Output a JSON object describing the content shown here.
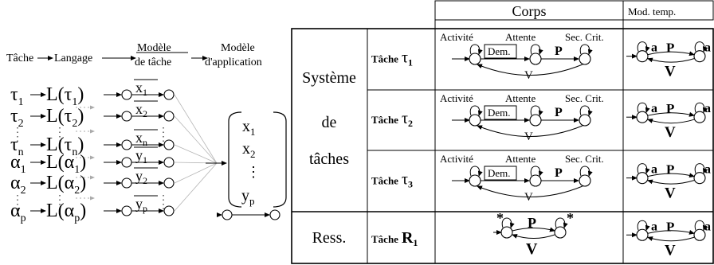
{
  "left": {
    "pipeline": {
      "tache": "Tâche",
      "langage": "Langage",
      "modele_tache": [
        "Modèle",
        "de tâche"
      ],
      "modele_app": [
        "Modèle",
        "d'application"
      ]
    },
    "rows": [
      {
        "sym": "τ",
        "sub": "1",
        "var": "x",
        "vsub": "1"
      },
      {
        "sym": "τ",
        "sub": "2",
        "var": "x",
        "vsub": "2"
      },
      {
        "sym": "τ",
        "sub": "n",
        "var": "x",
        "vsub": "n"
      },
      {
        "sym": "α",
        "sub": "1",
        "var": "y",
        "vsub": "1"
      },
      {
        "sym": "α",
        "sub": "2",
        "var": "y",
        "vsub": "2"
      },
      {
        "sym": "α",
        "sub": "p",
        "var": "y",
        "vsub": "p"
      }
    ],
    "lang_prefix": "L(",
    "lang_suffix": ")",
    "vector": [
      {
        "v": "x",
        "s": "1"
      },
      {
        "v": "x",
        "s": "2"
      },
      {
        "v": "⋮",
        "s": ""
      },
      {
        "v": "y",
        "s": "p"
      }
    ]
  },
  "table": {
    "header": {
      "corps": "Corps",
      "mod_temp": "Mod. temp."
    },
    "group_label": [
      "Système",
      "de",
      "tâches"
    ],
    "ress_label": "Ress.",
    "state_labels": {
      "activite": "Activité",
      "attente": "Attente",
      "sec_crit": "Sec. Crit."
    },
    "edge_labels": {
      "dem": "Dem.",
      "p": "P",
      "v": "V",
      "a": "a",
      "star": "*"
    },
    "task_prefix": "Tâche",
    "tasks": [
      {
        "sym": "τ",
        "sub": "1"
      },
      {
        "sym": "τ",
        "sub": "2"
      },
      {
        "sym": "τ",
        "sub": "3"
      }
    ],
    "resource": {
      "sym": "R",
      "sub": "1"
    }
  }
}
